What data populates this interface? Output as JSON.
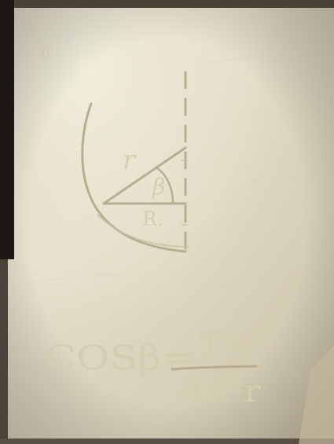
{
  "diagram": {
    "label_r": "r",
    "label_beta": "β",
    "label_R": "R."
  },
  "formula": {
    "lhs": "COSβ=",
    "numerator": "T²g",
    "denominator": "4π²r"
  },
  "corner_mark": "B"
}
